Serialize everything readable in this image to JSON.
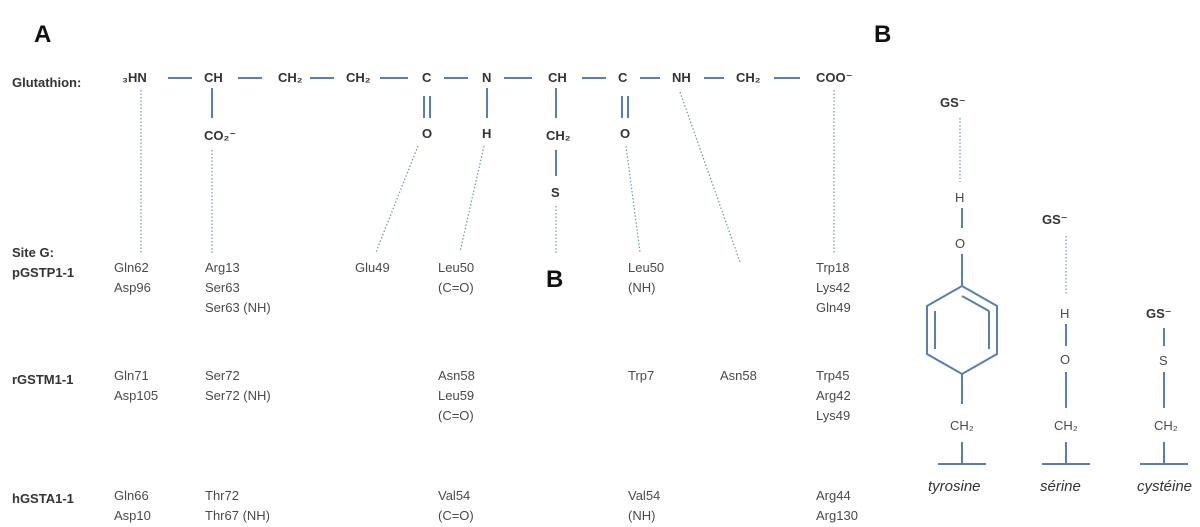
{
  "panels": {
    "a": "A",
    "b_mid": "B",
    "b_right": "B"
  },
  "glutathione": {
    "label": "Glutathion:",
    "backbone": [
      "₃HN",
      "CH",
      "CH₂",
      "CH₂",
      "C",
      "N",
      "CH",
      "C",
      "NH",
      "CH₂",
      "COO⁻"
    ],
    "sub": {
      "co2": "CO₂⁻",
      "o1": "O",
      "h": "H",
      "ch2": "CH₂",
      "s": "S",
      "o2": "O"
    }
  },
  "site_label": "Site G:",
  "rows": [
    {
      "name": "pGSTP1-1",
      "cols": [
        [
          "Gln62",
          "Asp96"
        ],
        [
          "Arg13",
          "Ser63",
          "Ser63 (NH)"
        ],
        [
          "Glu49"
        ],
        [
          "Leu50",
          "(C=O)"
        ],
        [],
        [
          "Leu50",
          "(NH)"
        ],
        [],
        [
          "Trp18",
          "Lys42",
          "Gln49"
        ]
      ]
    },
    {
      "name": "rGSTM1-1",
      "cols": [
        [
          "Gln71",
          "Asp105"
        ],
        [
          "Ser72",
          "Ser72 (NH)"
        ],
        [],
        [
          "Asn58",
          "Leu59",
          "(C=O)"
        ],
        [],
        [
          "Trp7"
        ],
        [
          "Asn58"
        ],
        [
          "Trp45",
          "Arg42",
          "Lys49"
        ]
      ]
    },
    {
      "name": "hGSTA1-1",
      "cols": [
        [
          "Gln66",
          "Asp10"
        ],
        [
          "Thr72",
          "Thr67 (NH)"
        ],
        [],
        [
          "Val54",
          "(C=O)"
        ],
        [],
        [
          "Val54",
          "(NH)"
        ],
        [],
        [
          "Arg44",
          "Arg130"
        ]
      ]
    }
  ],
  "panel_b": {
    "gs": "GS⁻",
    "tyrosine": {
      "h": "H",
      "o": "O",
      "ch2": "CH₂",
      "name": "tyrosine"
    },
    "serine": {
      "h": "H",
      "o": "O",
      "ch2": "CH₂",
      "name": "sérine"
    },
    "cysteine": {
      "s": "S",
      "ch2": "CH₂",
      "name": "cystéine"
    }
  }
}
